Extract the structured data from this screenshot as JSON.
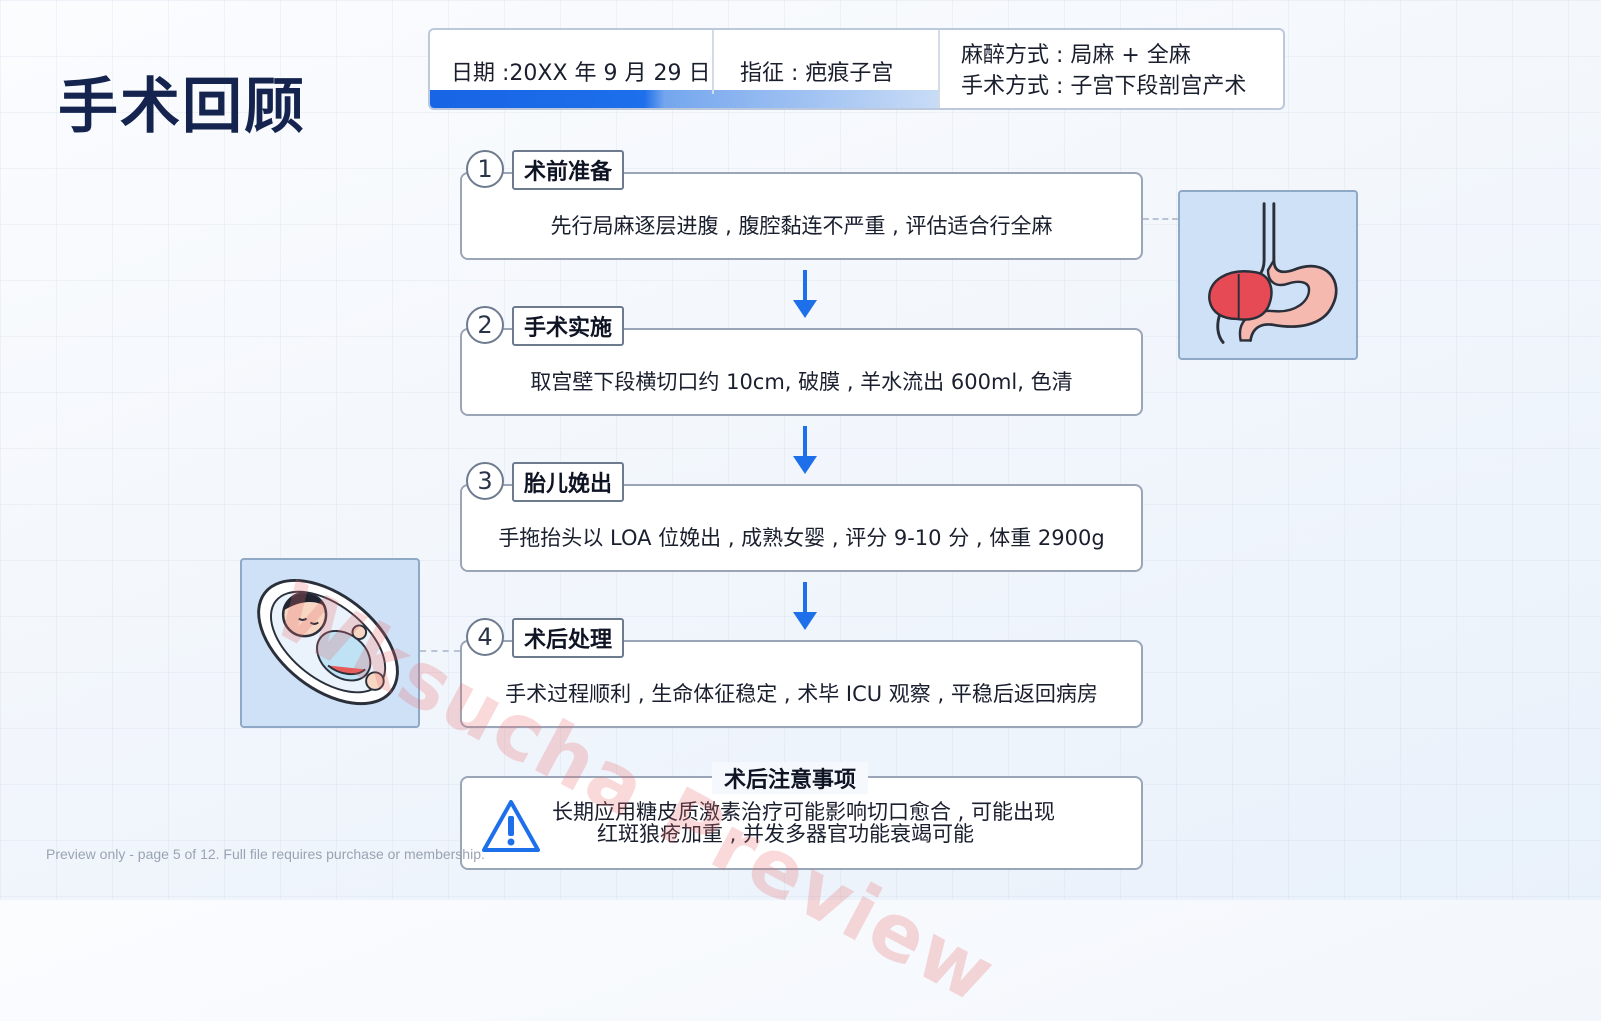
{
  "title": "手术回顾",
  "info": {
    "date": "日期 :20XX 年 9 月 29 日",
    "indication": "指征 : 疤痕子宫",
    "anesthesia": "麻醉方式 : 局麻 + 全麻",
    "method": "手术方式 : 子宫下段剖宫产术"
  },
  "steps": [
    {
      "number": "1",
      "title": "术前准备",
      "text": "先行局麻逐层进腹 , 腹腔黏连不严重 , 评估适合行全麻"
    },
    {
      "number": "2",
      "title": "手术实施",
      "text": "取宫壁下段横切口约 10cm, 破膜 , 羊水流出 600ml, 色清"
    },
    {
      "number": "3",
      "title": "胎儿娩出",
      "text": "手拖抬头以 LOA 位娩出 , 成熟女婴 , 评分 9-10 分 , 体重 2900g"
    },
    {
      "number": "4",
      "title": "术后处理",
      "text": "手术过程顺利 , 生命体征稳定 , 术毕 ICU 观察 , 平稳后返回病房"
    }
  ],
  "notice": {
    "title": "术后注意事项",
    "line1": "长期应用糖皮质激素治疗可能影响切口愈合 , 可能出现",
    "line2": "红斑狼疮加重 , 并发多器官功能衰竭可能"
  },
  "icons": {
    "warning": "warning-triangle-icon",
    "arrow": "arrow-down-icon",
    "stomach": "stomach-illustration",
    "baby": "newborn-baby-illustration"
  },
  "colors": {
    "title": "#14244e",
    "accent": "#1865e6",
    "illustration_bg": "#cfe1f7",
    "watermark": "#e86e6e"
  },
  "watermark": "Wksucha Preview",
  "footer": "Preview only - page 5 of 12. Full file requires purchase or membership."
}
